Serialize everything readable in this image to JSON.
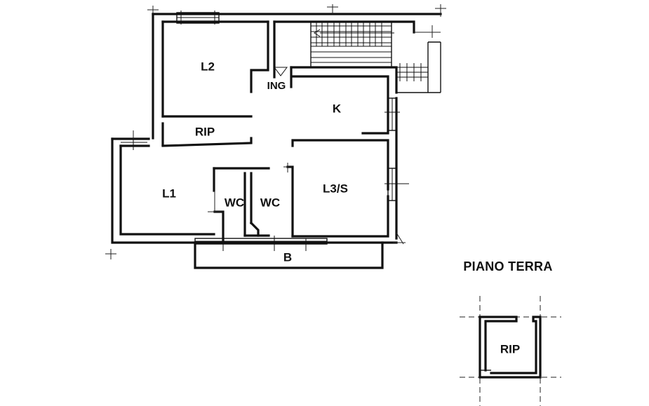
{
  "plan": {
    "floor_title": "PIANO TERRA",
    "rooms": {
      "l2": "L2",
      "ing": "ING",
      "k": "K",
      "rip": "RIP",
      "l1": "L1",
      "wc1": "WC",
      "wc2": "WC",
      "l3s": "L3/S",
      "b": "B",
      "rip_small": "RIP"
    }
  }
}
